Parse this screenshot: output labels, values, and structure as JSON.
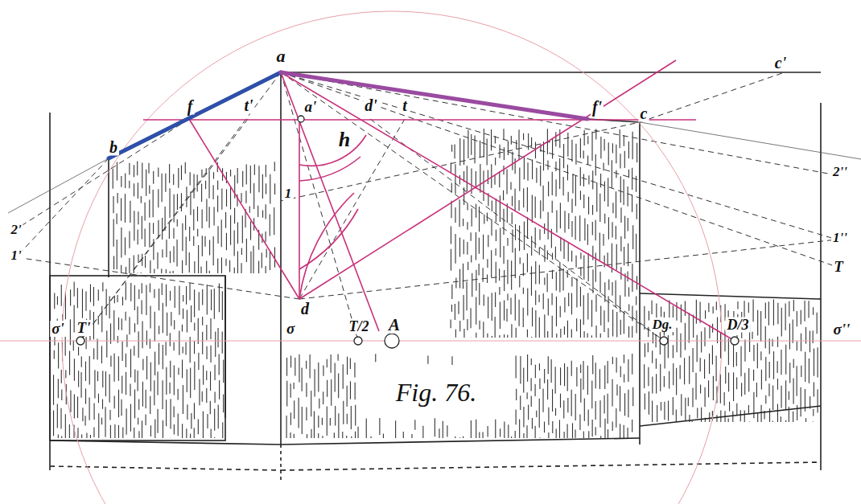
{
  "diagram": {
    "caption": "Fig. 76.",
    "labels": [
      "a",
      "f",
      "t'",
      "a'",
      "d'",
      "t",
      "c'",
      "b",
      "f'",
      "c",
      "h",
      "2'",
      "1",
      "2''",
      "1'",
      "1''",
      "T",
      "d",
      "σ'",
      "T'",
      "σ",
      "T/2",
      "A",
      "Dg.",
      "D/3",
      "σ''"
    ]
  }
}
